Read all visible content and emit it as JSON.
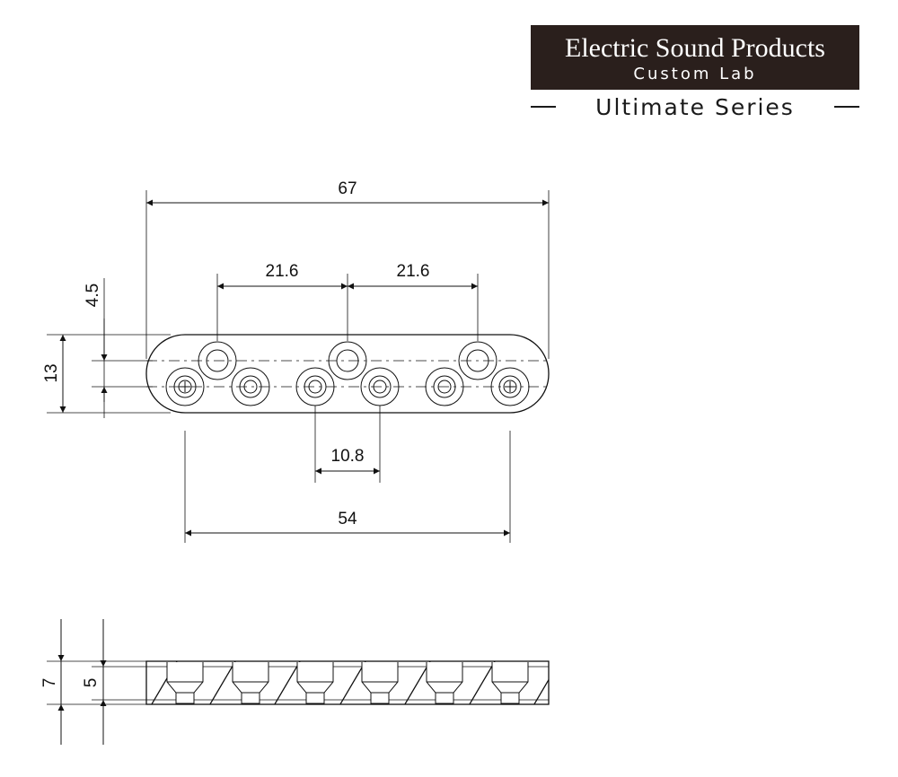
{
  "logo": {
    "line1": "Electric Sound Products",
    "line2": "Custom Lab",
    "series": "Ultimate Series",
    "box_color": "#2a1f1c"
  },
  "dimensions": {
    "overall_length": "67",
    "upper_spacing_left": "21.6",
    "upper_spacing_right": "21.6",
    "offset": "4.5",
    "width": "13",
    "lower_spacing": "10.8",
    "outer_span": "54",
    "side_height": "7",
    "side_depth": "5"
  }
}
